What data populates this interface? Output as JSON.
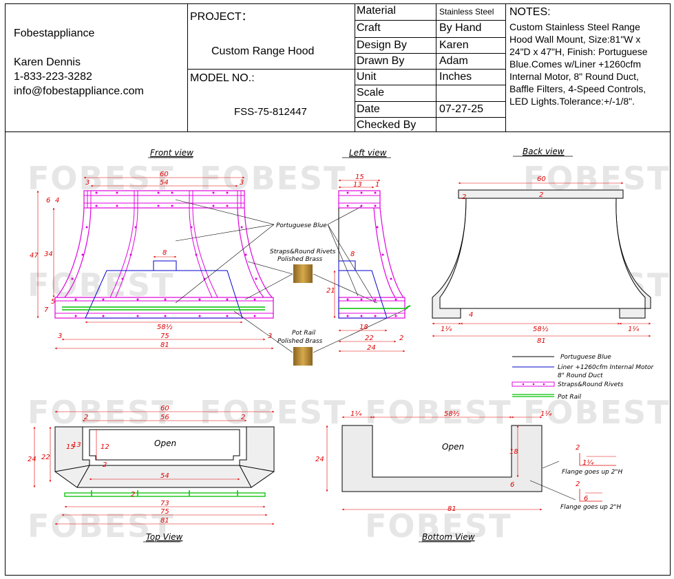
{
  "company": {
    "name": "Fobestappliance",
    "contact_name": "Karen Dennis",
    "phone": "1-833-223-3282",
    "email": "info@fobestappliance.com"
  },
  "project": {
    "label": "PROJECT：",
    "value": "Custom Range Hood",
    "model_label": "MODEL NO.:",
    "model_value": "FSS-75-812447"
  },
  "specs": [
    {
      "label": "Material",
      "value": "Stainless Steel"
    },
    {
      "label": "Craft",
      "value": "By Hand"
    },
    {
      "label": "Design By",
      "value": "Karen"
    },
    {
      "label": "Drawn By",
      "value": "Adam"
    },
    {
      "label": "Unit",
      "value": "Inches"
    },
    {
      "label": "Scale",
      "value": ""
    },
    {
      "label": "Date",
      "value": "07-27-25"
    },
    {
      "label": "Checked By",
      "value": ""
    }
  ],
  "notes": {
    "title": "NOTES:",
    "lines": [
      "Custom Stainless Steel Range",
      "Hood Wall Mount, Size:81\"W x",
      "24\"D x 47\"H, Finish: Portuguese",
      "Blue.Comes w/Liner +1260cfm",
      "Internal Motor, 8\" Round Duct,",
      "Baffle Filters, 4-Speed Controls,",
      "LED Lights.Tolerance:+/-1/8\"."
    ]
  },
  "views": {
    "front": "Front view",
    "left": "Left view",
    "back": "Back view",
    "top": "Top View",
    "bottom": "Bottom View"
  },
  "callouts": {
    "portuguese_blue": "Portuguese Blue",
    "straps_line1": "Straps&Round Rivets",
    "straps_line2": "Polished Brass",
    "potrail_line1": "Pot Rail",
    "potrail_line2": "Polished Brass",
    "open": "Open",
    "flange": "Flange goes up 2\"H"
  },
  "legend": [
    {
      "label": "Portuguese Blue",
      "color": "#000000",
      "style": "line"
    },
    {
      "label": "Liner +1260cfm Internal Motor",
      "label2": "8\" Round Duct",
      "color": "#0000cc",
      "style": "line"
    },
    {
      "label": "Straps&Round Rivets",
      "color": "#e000e0",
      "style": "strap"
    },
    {
      "label": "Pot Rail",
      "color": "#00c000",
      "style": "rail"
    }
  ],
  "dims": {
    "front": {
      "top_width": "60",
      "inner_width": "54",
      "side_a": "3",
      "side_b": "3",
      "h_6": "6",
      "h_4": "4",
      "h_47": "47",
      "h_34": "34",
      "h_7": "7",
      "h_5": "5",
      "duct": "8",
      "inner_bottom": "58½",
      "w_75": "75",
      "w_81": "81",
      "edge_l": "3",
      "edge_r": "3"
    },
    "left": {
      "d_15": "15",
      "d_13": "13",
      "d_1": "1",
      "duct": "8",
      "h_21": "21",
      "d_18": "18",
      "d_22": "22",
      "d_24": "24",
      "d_2": "2"
    },
    "back": {
      "w_60": "60",
      "t_2a": "2",
      "t_2b": "2",
      "h_4": "4",
      "left_1": "1¼",
      "mid": "58½",
      "right_1": "1¼",
      "w_81": "81"
    },
    "top": {
      "w_60": "60",
      "w_56": "56",
      "t_2a": "2",
      "t_2b": "2",
      "h_15": "15",
      "h_13": "13",
      "h_12": "12",
      "h_2": "2",
      "h_24": "24",
      "h_22": "22",
      "w_54": "54",
      "rail_2": "2",
      "w_73": "73",
      "w_75": "75",
      "w_81": "81"
    },
    "bottom": {
      "left_1": "1¼",
      "mid": "58½",
      "right_1": "1¼",
      "h_24": "24",
      "h_18": "18",
      "h_6": "6",
      "w_81": "81",
      "fl_2a": "2",
      "fl_1": "1¼",
      "fl_2b": "2",
      "fl_6": "6"
    }
  },
  "watermark": "FOBEST",
  "colors": {
    "strap": "#e000e0",
    "liner": "#0000cc",
    "rail": "#00c000",
    "dim": "#e00000",
    "brass": "#c99a3a"
  }
}
